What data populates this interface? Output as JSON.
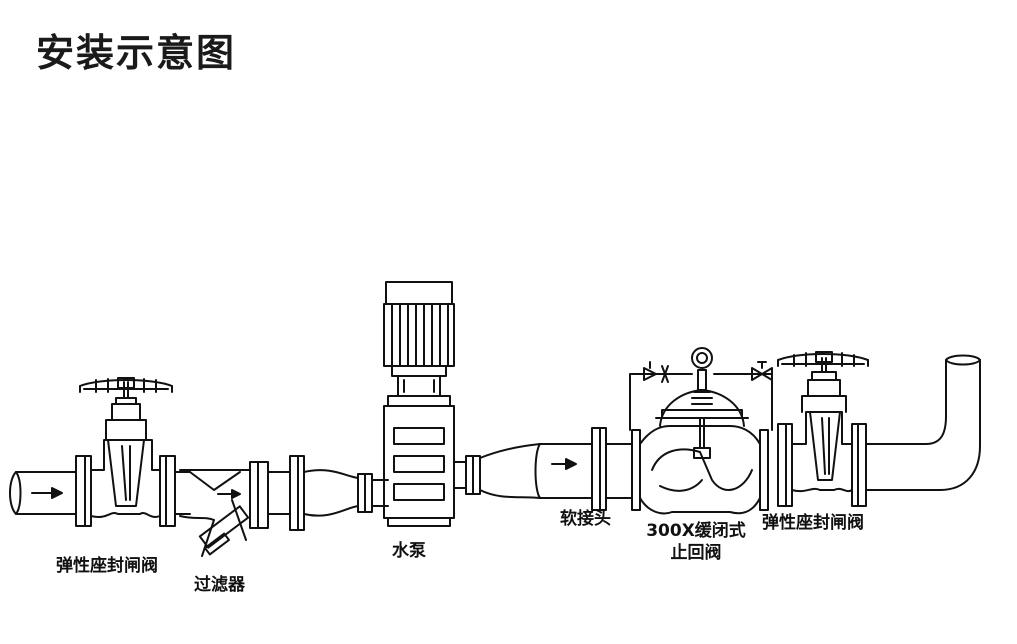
{
  "title": "安装示意图",
  "labels": {
    "gate_valve_left": "弹性座封闸阀",
    "strainer": "过滤器",
    "pump": "水泵",
    "soft_joint": "软接头",
    "check_valve_line1": "300X缓闭式",
    "check_valve_line2": "止回阀",
    "gate_valve_right": "弹性座封闸阀"
  },
  "colors": {
    "line": "#111111",
    "background": "#ffffff"
  }
}
